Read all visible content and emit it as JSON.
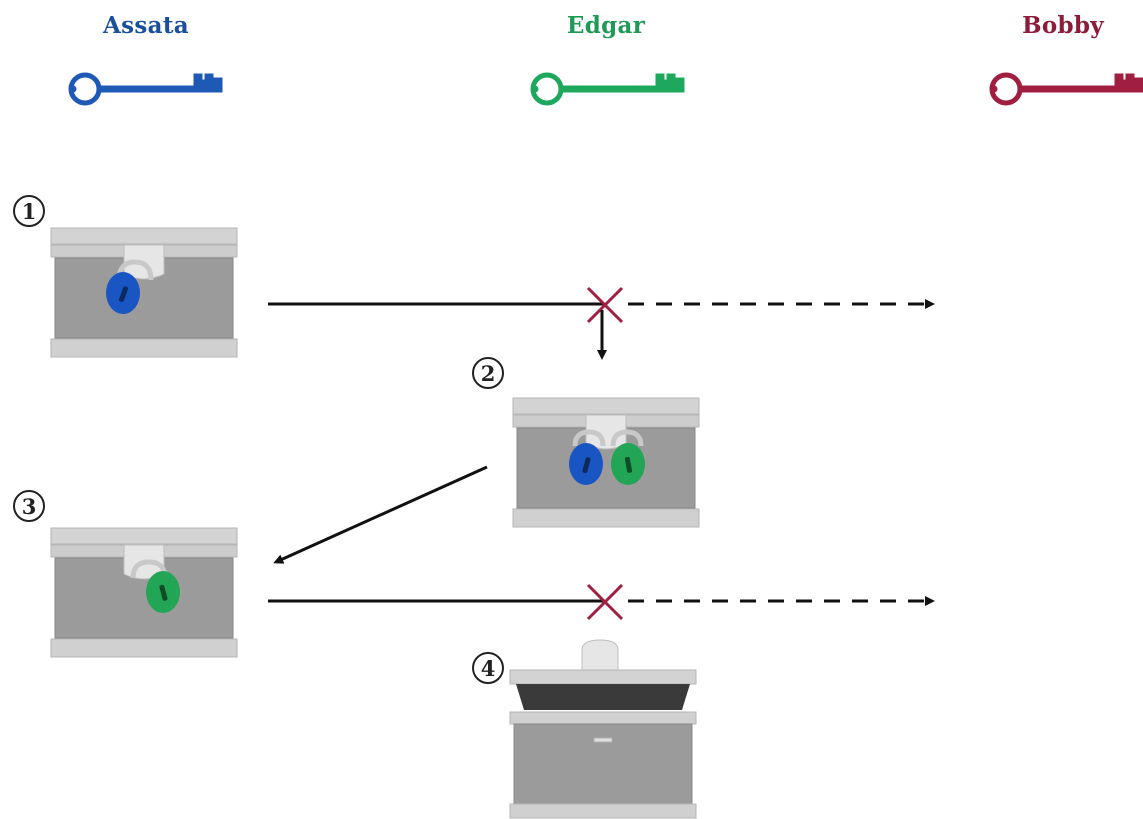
{
  "people": [
    {
      "name": "Assata",
      "color": "#1a4f9c"
    },
    {
      "name": "Edgar",
      "color": "#1e9a56"
    },
    {
      "name": "Bobby",
      "color": "#8c1c3a"
    }
  ],
  "steps": [
    "1",
    "2",
    "3",
    "4"
  ],
  "colors": {
    "blue_key": "#1e5ab5",
    "green_key": "#1ea85e",
    "red_key": "#a01f40",
    "blue_lock": "#1a55c4",
    "green_lock": "#22a655",
    "intercept_x": "#a01f40",
    "box_gray": "#9a9a9a",
    "box_light": "#cfcfcf",
    "arrow": "#111111"
  }
}
